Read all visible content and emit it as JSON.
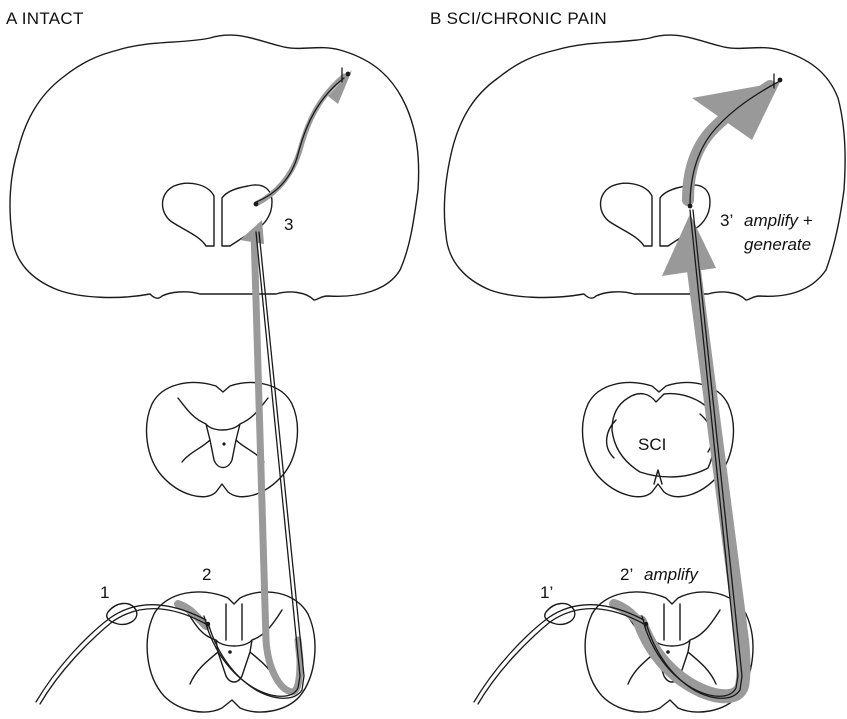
{
  "panel_a": {
    "title": "A  INTACT",
    "label_1": "1",
    "label_2": "2",
    "label_3": "3"
  },
  "panel_b": {
    "title": "B  SCI/CHRONIC PAIN",
    "label_1": "1’",
    "label_2_num": "2’",
    "label_2_word": "amplify",
    "label_3_num": "3’",
    "label_3_word1": "amplify +",
    "label_3_word2": "generate",
    "lesion_label": "SCI"
  },
  "colors": {
    "outline": "#1a1a1a",
    "pathway_highlight": "#999999"
  }
}
